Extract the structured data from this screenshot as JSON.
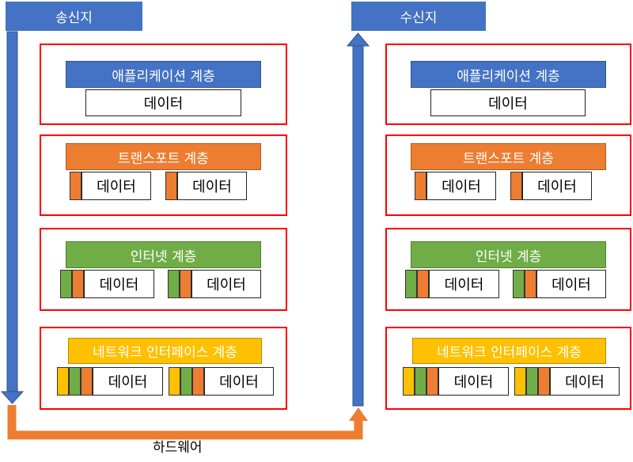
{
  "sender": {
    "title": "송신지"
  },
  "receiver": {
    "title": "수신지"
  },
  "hardware_label": "하드웨어",
  "layers": {
    "application": "애플리케이션 계층",
    "transport": "트랜스포트 계층",
    "internet": "인터넷 계층",
    "network_interface": "네트워크 인터페이스 계층"
  },
  "data_label": "데이터",
  "colors": {
    "application": "#4472c4",
    "transport": "#ed7d31",
    "internet": "#70ad47",
    "network_interface": "#ffc000",
    "frame": "#ff0000"
  }
}
